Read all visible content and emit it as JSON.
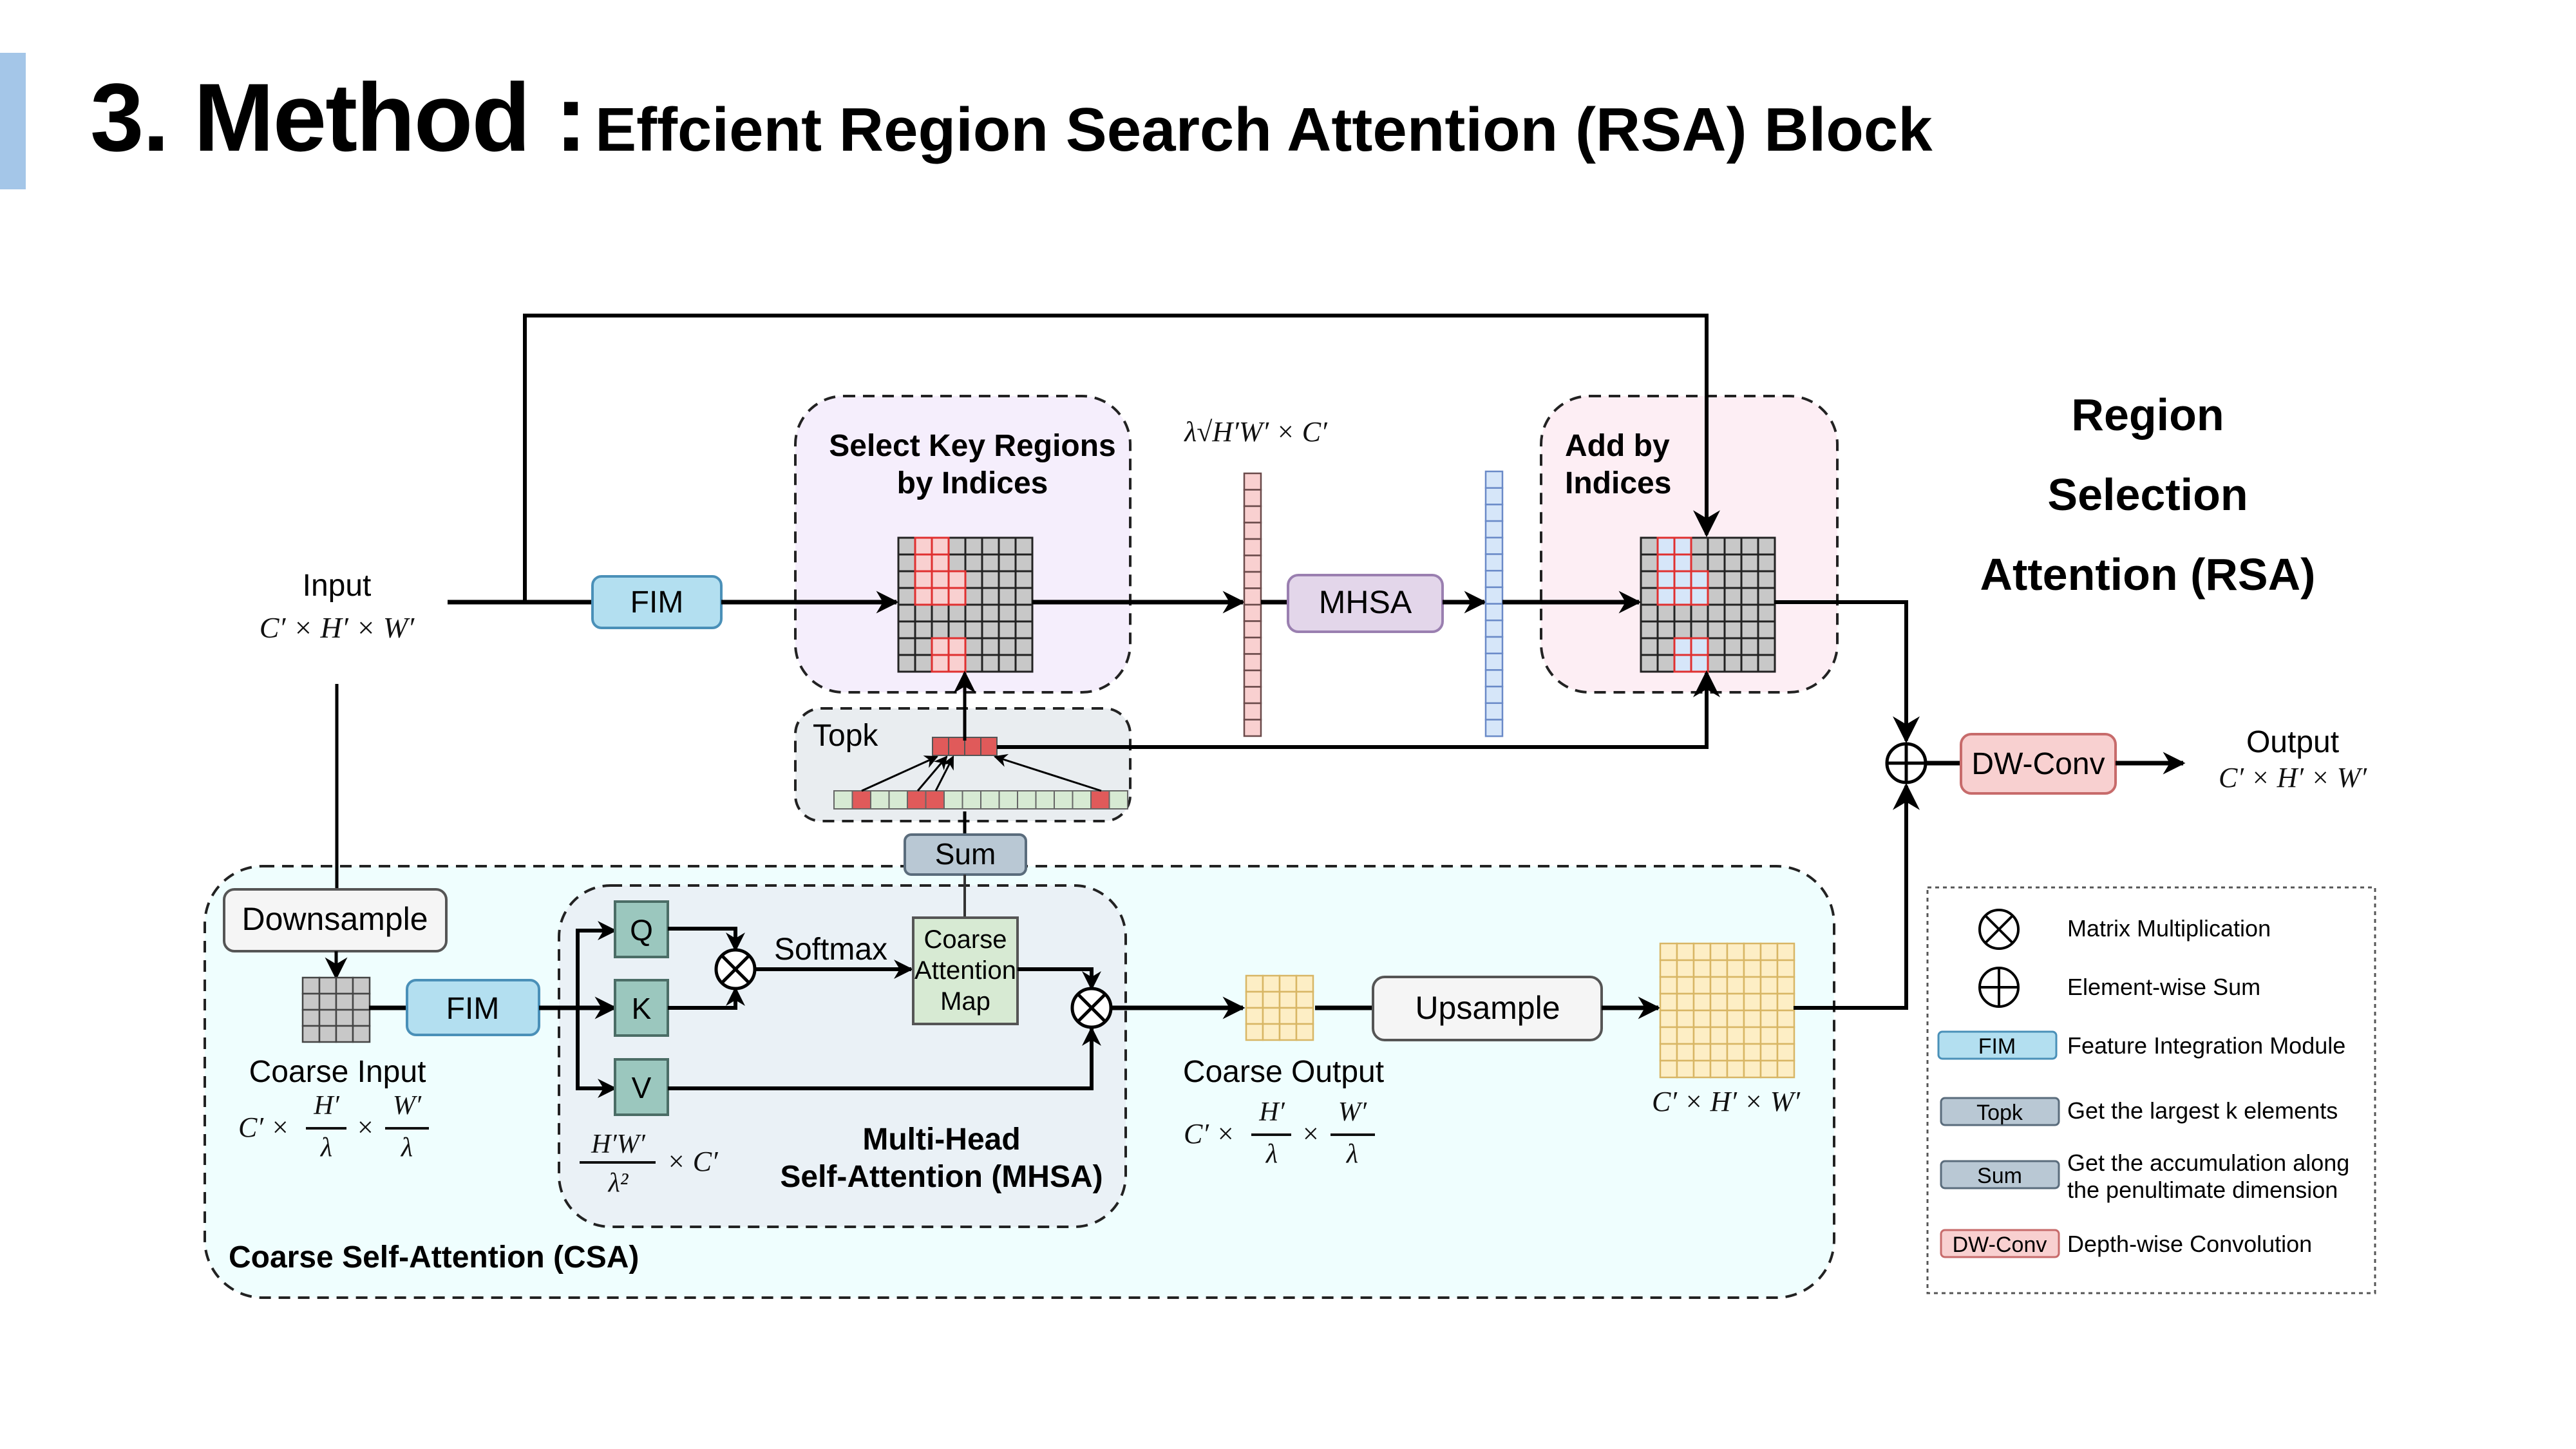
{
  "header": {
    "title_main": "3. Method :",
    "title_sub": "Effcient Region Search Attention (RSA) Block"
  },
  "diagram": {
    "rsa_title": [
      "Region",
      "Selection",
      "Attention (RSA)"
    ],
    "input": {
      "label": "Input",
      "shape": "C′ × H′ × W′"
    },
    "output": {
      "label": "Output",
      "shape": "C′ × H′ × W′"
    },
    "fim_label": "FIM",
    "select_box": {
      "label_line1": "Select Key Regions",
      "label_line2": "by Indices"
    },
    "add_box": {
      "label_line1": "Add by",
      "label_line2": "Indices"
    },
    "token_shape": "λ√H′W′ × C′",
    "mhsa_label": "MHSA",
    "topk_label": "Topk",
    "sum_label": "Sum",
    "dwconv_label": "DW-Conv",
    "csa": {
      "title": "Coarse Self-Attention (CSA)",
      "downsample_label": "Downsample",
      "coarse_input_label": "Coarse Input",
      "coarse_input_shape": [
        "C′ ×",
        "H′",
        "λ",
        "×",
        "W′",
        "λ"
      ],
      "q": "Q",
      "k": "K",
      "v": "V",
      "softmax_label": "Softmax",
      "attn_map_label": [
        "Coarse",
        "Attention",
        "Map"
      ],
      "qkv_shape": [
        "H′W′",
        "λ²",
        "× C′"
      ],
      "mhsa_title": [
        "Multi-Head",
        "Self-Attention (MHSA)"
      ],
      "coarse_output_label": "Coarse Output",
      "coarse_output_shape": [
        "C′ ×",
        "H′",
        "λ",
        "×",
        "W′",
        "λ"
      ],
      "upsample_label": "Upsample",
      "upsampled_shape": "C′ × H′ × W′"
    }
  },
  "legend": {
    "items": [
      {
        "symbol": "matrix-multiplication",
        "text": "Matrix Multiplication"
      },
      {
        "symbol": "element-wise-sum",
        "text": "Element-wise Sum"
      },
      {
        "symbol": "FIM",
        "text": "Feature Integration Module"
      },
      {
        "symbol": "Topk",
        "text": "Get the largest k elements"
      },
      {
        "symbol": "Sum",
        "text_line1": "Get the accumulation along",
        "text_line2": "the penultimate dimension"
      },
      {
        "symbol": "DW-Conv",
        "text": "Depth-wise Convolution"
      }
    ]
  },
  "colors": {
    "accent": "#a4c6e8",
    "fim": "#b3dff0",
    "select_bg": "#f5eefc",
    "add_bg": "#fdeef4",
    "topk_bg": "#e9edf0",
    "csa_bg": "#effefe",
    "mhsa_inner_bg": "#eaf1f6",
    "qkv": "#9bc7be",
    "attn_map": "#d7ead3",
    "sum_box": "#b9c8d4",
    "dwconv": "#f8d0d0",
    "mhsa_box": "#e3d6ea",
    "highlight_red": "#e05a5a",
    "grid_gray": "#c8c8c8",
    "grid_yellow": "#fdeec5"
  }
}
